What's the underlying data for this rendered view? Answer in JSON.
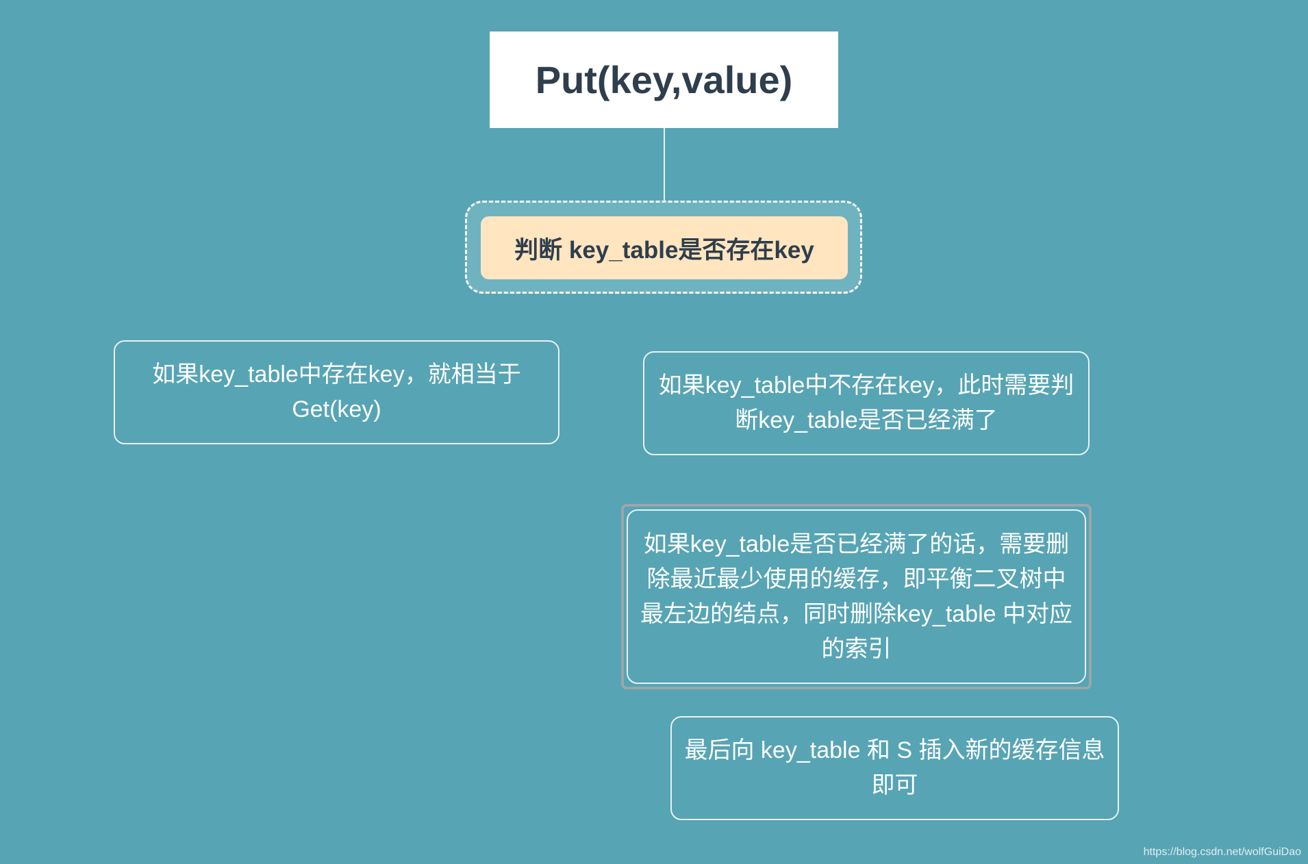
{
  "root": {
    "label": "Put(key,value)"
  },
  "decision": {
    "label": "判断 key_table是否存在key"
  },
  "branches": {
    "exists": "如果key_table中存在key，就相当于Get(key)",
    "not_exists": "如果key_table中不存在key，此时需要判断key_table是否已经满了"
  },
  "steps": {
    "evict": "如果key_table是否已经满了的话，需要删除最近最少使用的缓存，即平衡二叉树中最左边的结点，同时删除key_table 中对应的索引",
    "insert": "最后向 key_table 和 S 插入新的缓存信息即可"
  },
  "watermark": "https://blog.csdn.net/wolfGuiDao",
  "colors": {
    "background": "#57a4b4",
    "root_fill": "#ffffff",
    "decision_fill": "#ffe5c0",
    "text_dark": "#2f3e4c",
    "box_border": "#e8f2f4"
  }
}
